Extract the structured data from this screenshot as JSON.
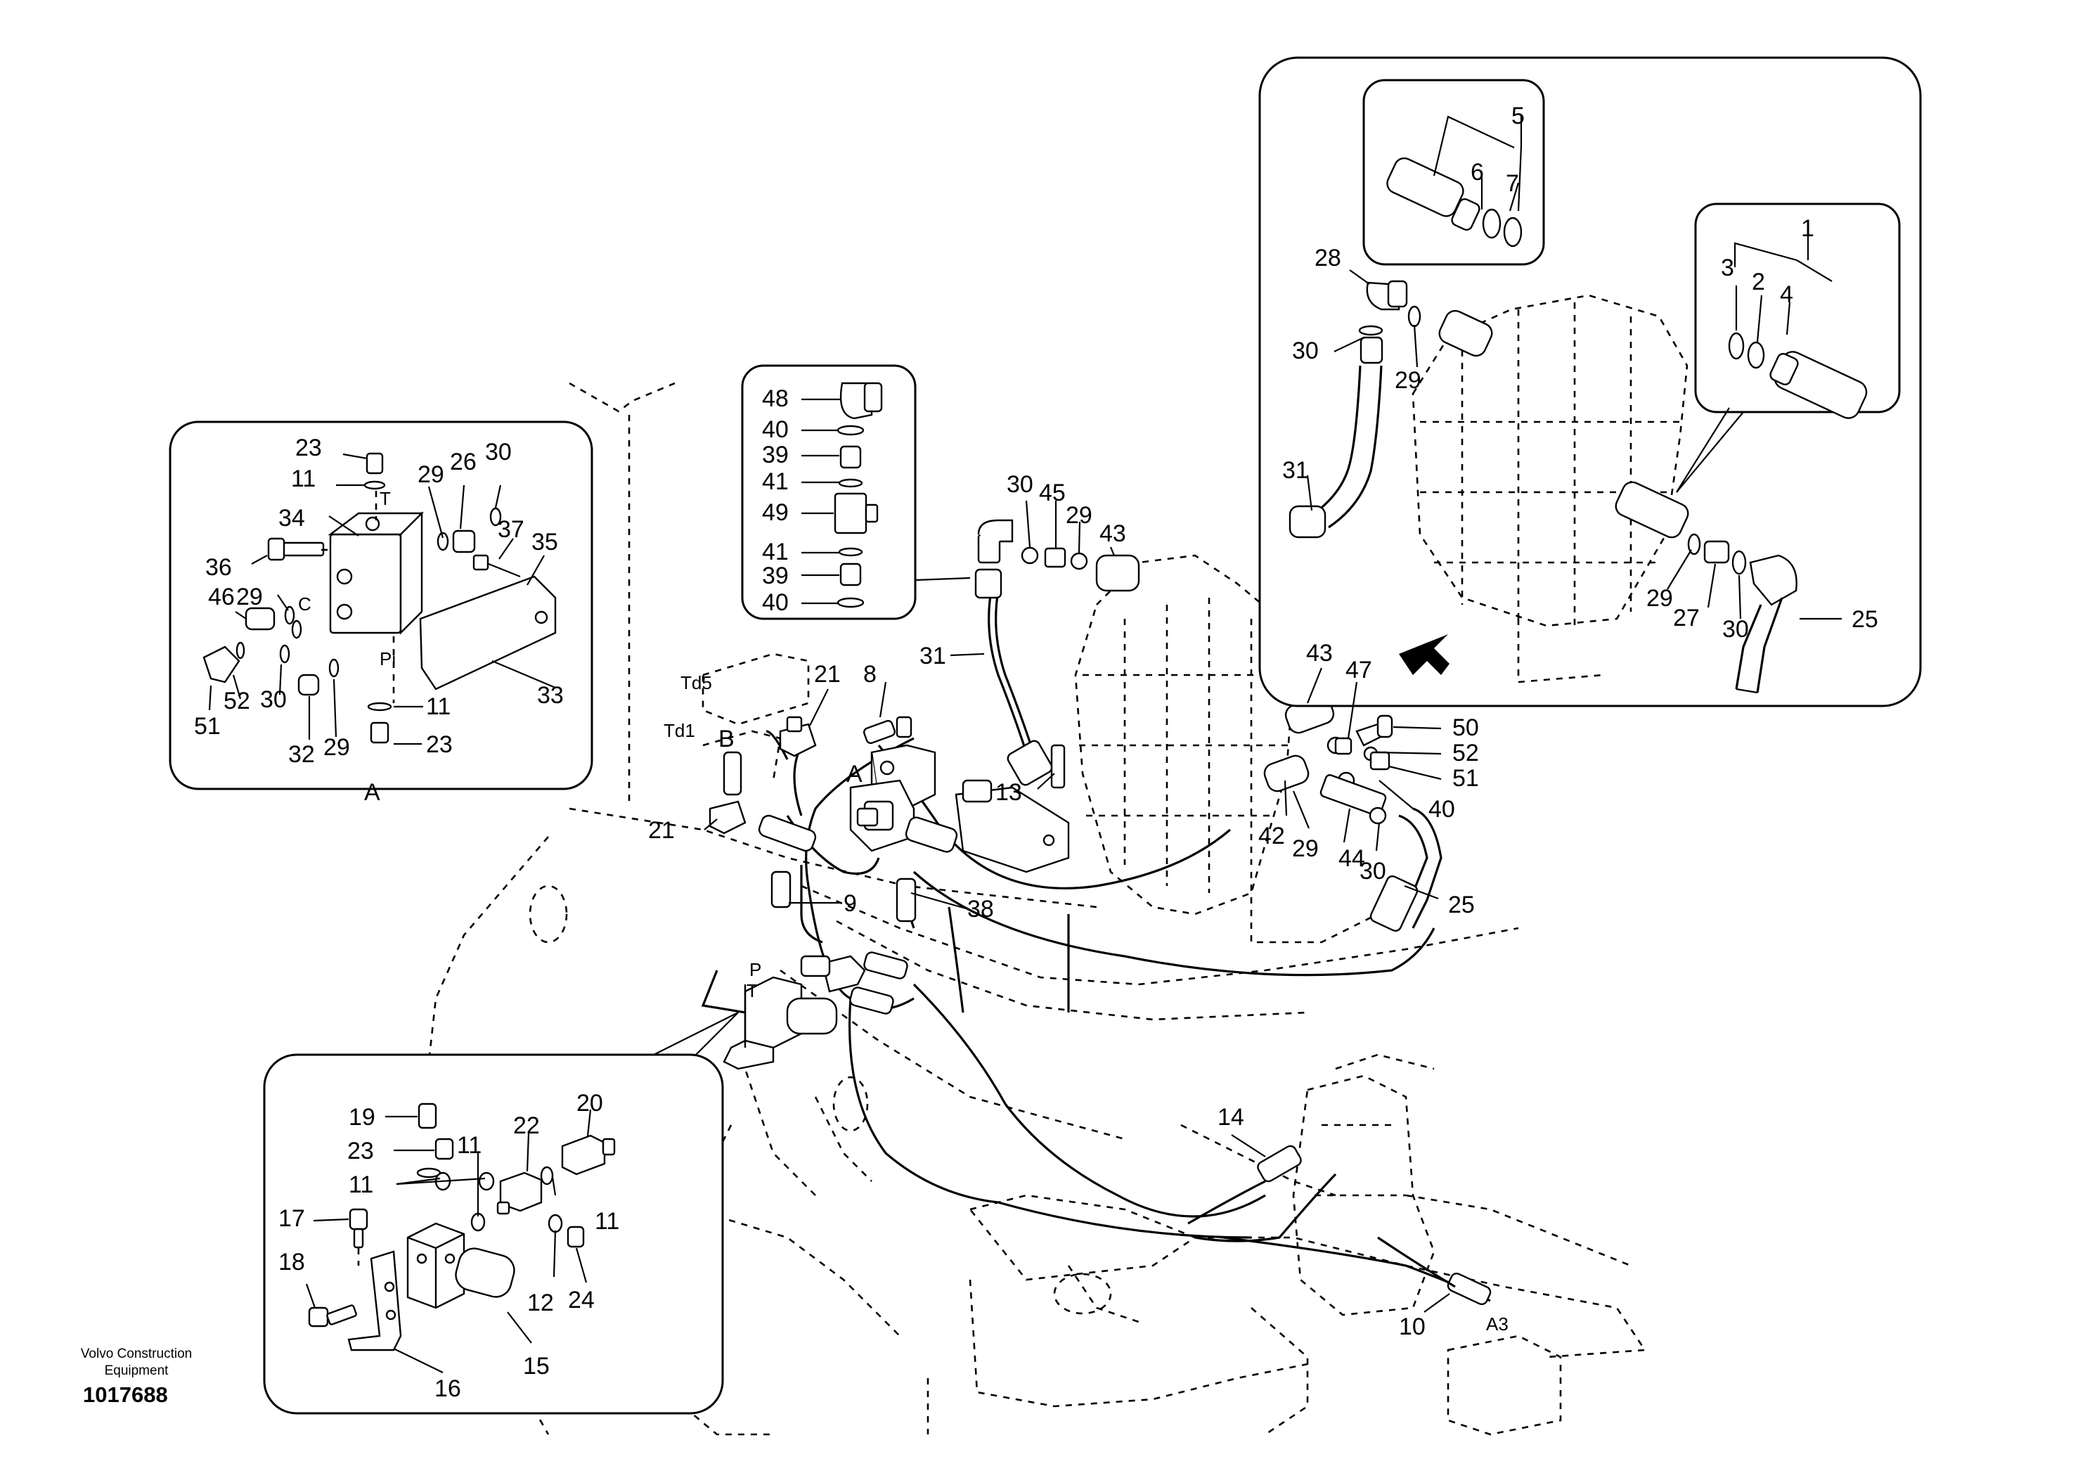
{
  "footer": {
    "brand_line1": "Volvo Construction",
    "brand_line2": "Equipment",
    "document_number": "1017688"
  },
  "detail_views": {
    "A": "A",
    "B": "B"
  },
  "ports": {
    "T": "T",
    "C": "C",
    "Pi": "Pi",
    "P": "P",
    "Td5": "Td5",
    "Td1": "Td1",
    "A3": "A3"
  },
  "callouts": {
    "inset_a": [
      "23",
      "11",
      "29",
      "26",
      "30",
      "34",
      "37",
      "35",
      "36",
      "29",
      "46",
      "52",
      "30",
      "51",
      "32",
      "29",
      "11",
      "23",
      "33"
    ],
    "inset_middle": [
      "48",
      "40",
      "39",
      "41",
      "49",
      "41",
      "39",
      "40"
    ],
    "inset_right": [
      "5",
      "6",
      "7",
      "1",
      "3",
      "2",
      "4",
      "28",
      "30",
      "29",
      "31",
      "29",
      "27",
      "30",
      "25"
    ],
    "inset_bottom": [
      "19",
      "23",
      "11",
      "11",
      "22",
      "20",
      "11",
      "17",
      "18",
      "12",
      "24",
      "16",
      "15"
    ],
    "main": [
      "21",
      "8",
      "30",
      "45",
      "29",
      "43",
      "31",
      "13",
      "43",
      "47",
      "50",
      "52",
      "51",
      "40",
      "42",
      "29",
      "44",
      "30",
      "25",
      "21",
      "9",
      "38",
      "14",
      "10"
    ]
  }
}
